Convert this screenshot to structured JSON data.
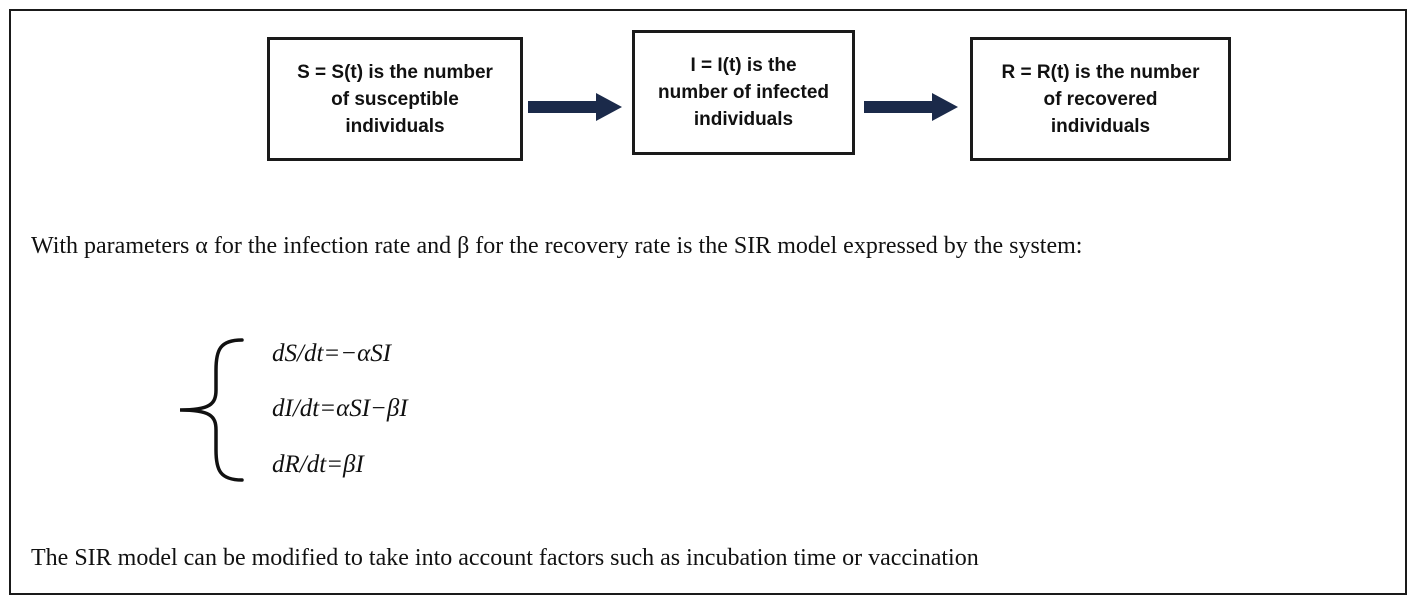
{
  "boxes": {
    "susceptible": "S = S(t) is the number\nof susceptible\nindividuals",
    "infected": "I = I(t) is the\nnumber of infected\nindividuals",
    "recovered": "R = R(t) is the number\nof recovered\nindividuals"
  },
  "intro_text": "With parameters α for the infection rate and β for the recovery rate is the SIR model expressed by the system:",
  "equations": [
    "dS/dt=−αSI",
    "dI/dt=αSI−βI",
    "dR/dt=βI"
  ],
  "closing_text": "The SIR model can be modified to take into account factors such as incubation time or vaccination",
  "colors": {
    "arrow": "#1b2a4a",
    "border": "#1a1a1a"
  }
}
